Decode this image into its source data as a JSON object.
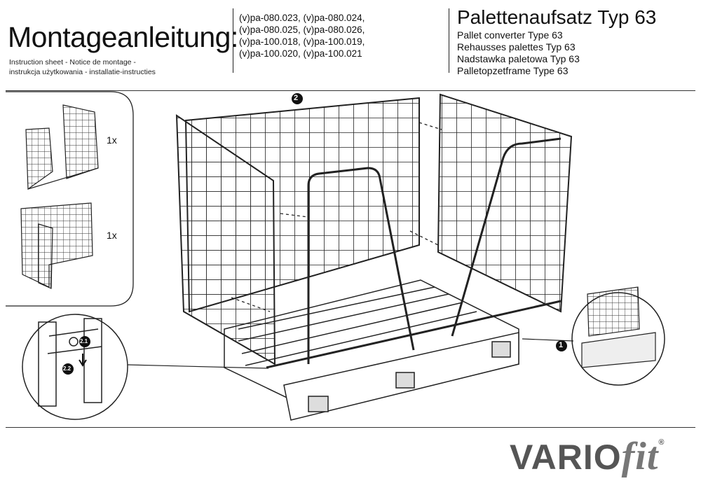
{
  "header": {
    "title": "Montageanleitung:",
    "subtitle_line1": "Instruction sheet - Notice de montage  -",
    "subtitle_line2": "instrukcja użytkowania - installatie-instructies",
    "codes": [
      "(v)pa-080.023, (v)pa-080.024,",
      "(v)pa-080.025, (v)pa-080.026,",
      "(v)pa-100.018, (v)pa-100.019,",
      "(v)pa-100.020, (v)pa-100.021"
    ],
    "product_title": "Palettenaufsatz Typ 63",
    "translations": [
      "Pallet converter Type 63",
      "Rehausses palettes Typ 63",
      "Nadstawka paletowa Typ 63",
      "Palletopzetframe Type 63"
    ]
  },
  "parts": [
    {
      "qty": "1x",
      "icon": "folded-side-frames"
    },
    {
      "qty": "1x",
      "icon": "end-frame-panel"
    }
  ],
  "steps": {
    "step2_label": "2",
    "step1_label": "1",
    "step21_label": "2.1",
    "step22_label": "2.2"
  },
  "brand": {
    "vario": "VARIO",
    "fit": "fit",
    "registered": "®"
  },
  "colors": {
    "line": "#222222",
    "brand_gray": "#555555"
  }
}
